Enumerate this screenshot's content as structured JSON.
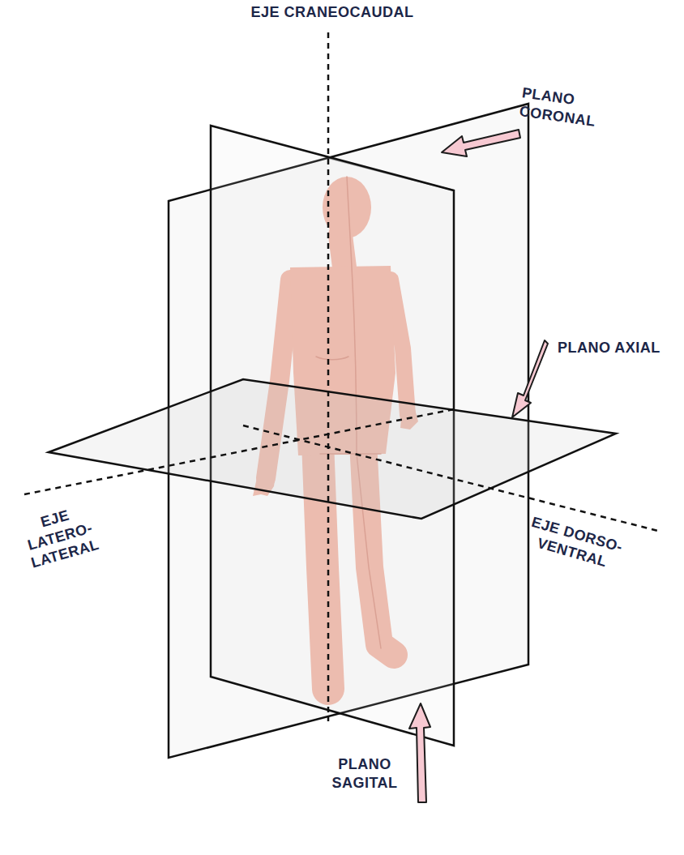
{
  "diagram": {
    "labels": [
      "EJE CRANEOCAUDAL",
      "PLANO CORONAL",
      "PLANO AXIAL",
      "EJE LATERO- LATERAL",
      "EJE DORSO- VENTRAL",
      "PLANO SAGITAL"
    ]
  }
}
